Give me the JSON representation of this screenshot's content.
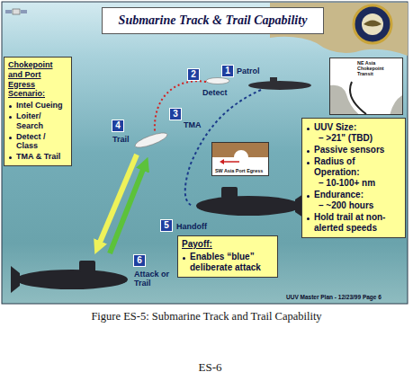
{
  "diagram": {
    "title": "Submarine Track & Trail Capability",
    "caption": "Figure ES-5: Submarine Track and Trail Capability",
    "nodes": [
      {
        "text": [
          "Chokepoint and Port Egress Scenario:",
          "Intel Cueing",
          "Loiter/ Search",
          "Detect / Class",
          "TMA & Trail"
        ]
      },
      {
        "text": [
          "1",
          "Patrol"
        ]
      },
      {
        "text": [
          "2",
          "Detect"
        ]
      },
      {
        "text": [
          "NE Asia Chokepoint Transit"
        ]
      },
      {
        "text": [
          "3",
          "TMA"
        ]
      },
      {
        "text": [
          "4",
          "Trail"
        ]
      },
      {
        "text": [
          "SW Asia Port Egress"
        ]
      },
      {
        "text": [
          "UUV Size:",
          "– >21\" (TBD)",
          "Passive sensors",
          "Radius of Operation:",
          "– 10-100+ nm",
          "Endurance:",
          "– ~200 hours",
          "Hold trail at non-alerted speeds"
        ]
      },
      {
        "text": [
          "5",
          "Handoff"
        ]
      },
      {
        "text": [
          "Payoff:",
          "Enables “blue” deliberate attack"
        ]
      },
      {
        "text": [
          "6",
          "Attack or Trail"
        ]
      }
    ],
    "labels": [
      "UUV Master Plan - 12/23/99 Page 6",
      "ES-6"
    ]
  }
}
